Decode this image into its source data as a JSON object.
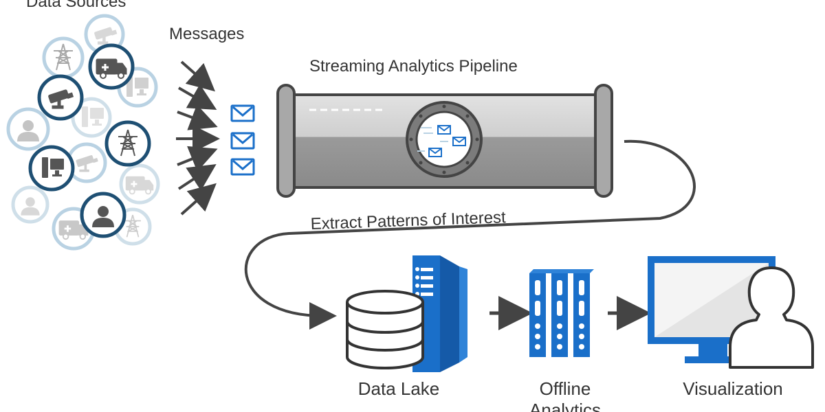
{
  "labels": {
    "data_sources": "Data Sources",
    "messages": "Messages",
    "pipeline": "Streaming Analytics Pipeline",
    "extract": "Extract Patterns of Interest",
    "data_lake": "Data Lake",
    "offline_analytics_line1": "Offline",
    "offline_analytics_line2": "Analytics",
    "visualization": "Visualization"
  },
  "colors": {
    "accent_blue": "#1a6fc9",
    "ring_dark": "#1e4f73",
    "ring_light": "#b9d2e3",
    "gray_dark": "#555555",
    "gray_mid": "#8c8c8c",
    "gray_light": "#d8d8d8",
    "text": "#333333"
  },
  "icons": {
    "sources": [
      "cctv-camera-icon",
      "power-tower-icon",
      "ambulance-icon",
      "desktop-computer-icon",
      "cctv-camera-icon",
      "desktop-computer-icon",
      "person-icon",
      "power-tower-icon",
      "desktop-computer-icon",
      "cctv-camera-icon",
      "ambulance-icon",
      "person-icon",
      "person-icon",
      "ambulance-icon",
      "power-tower-icon"
    ],
    "message": "envelope-icon",
    "pipeline": "pipe-icon",
    "data_lake": "database-icon",
    "server": "server-icon",
    "offline": "server-rack-icon",
    "visualization": "monitor-user-icon"
  }
}
